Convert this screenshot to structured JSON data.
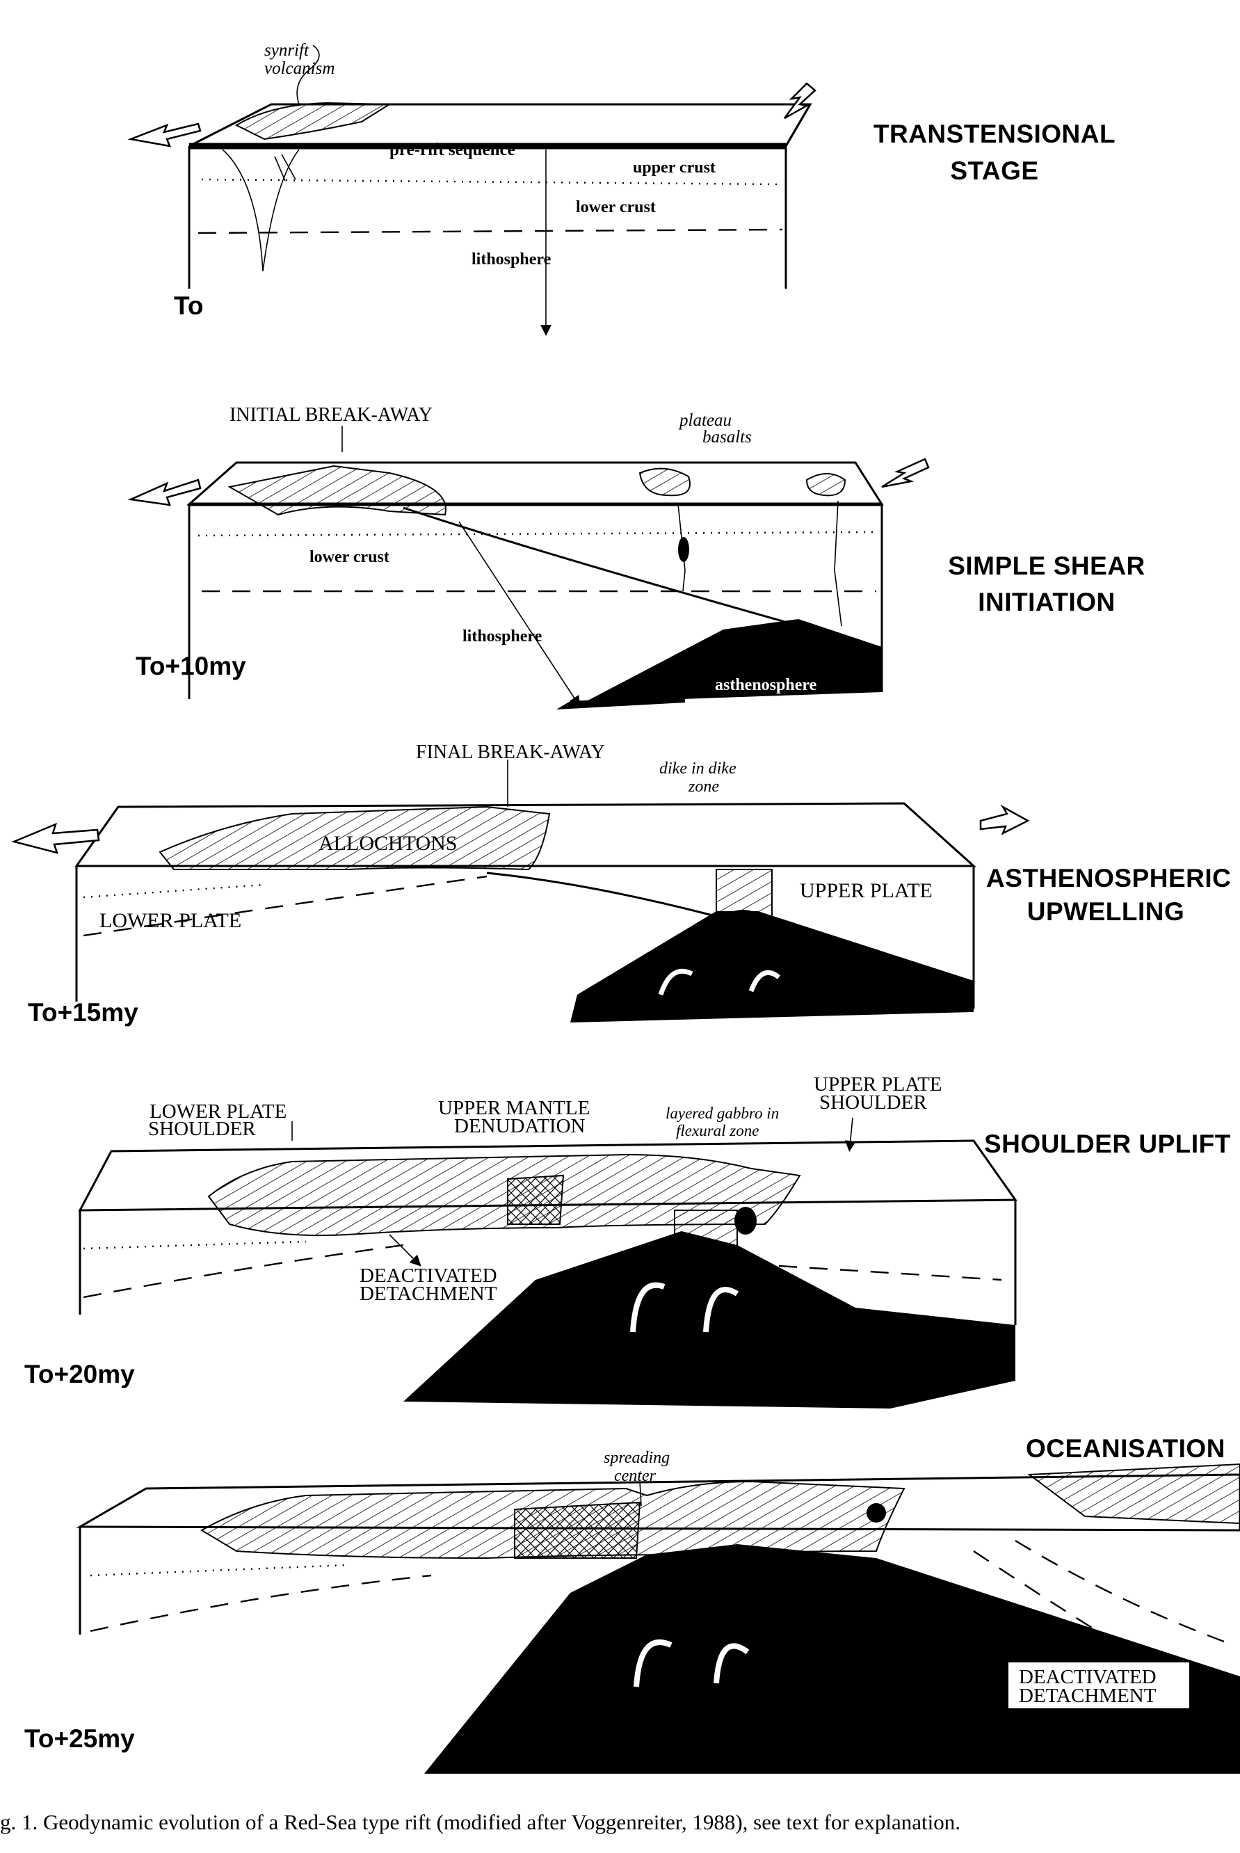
{
  "stages": [
    {
      "title_lines": [
        "TRANSTENSIONAL",
        "STAGE"
      ],
      "time": "To",
      "labels": {
        "volcanism_1": "synrift",
        "volcanism_2": "volcanism",
        "prerift": "pre-rift sequence",
        "upper_crust": "upper crust",
        "lower_crust": "lower crust",
        "lithosphere": "lithosphere"
      }
    },
    {
      "title_lines": [
        "SIMPLE SHEAR",
        "INITIATION"
      ],
      "time": "To+10my",
      "labels": {
        "breakaway": "INITIAL BREAK-AWAY",
        "plateau_1": "plateau",
        "plateau_2": "basalts",
        "lower_crust": "lower crust",
        "lithosphere": "lithosphere",
        "asthenosphere": "asthenosphere"
      }
    },
    {
      "title_lines": [
        "ASTHENOSPHERIC",
        "UPWELLING"
      ],
      "time": "To+15my",
      "labels": {
        "breakaway": "FINAL BREAK-AWAY",
        "dike_1": "dike in dike",
        "dike_2": "zone",
        "allochtons": "ALLOCHTONS",
        "upper_plate": "UPPER PLATE",
        "lower_plate": "LOWER PLATE"
      }
    },
    {
      "title_lines": [
        "SHOULDER UPLIFT"
      ],
      "time": "To+20my",
      "labels": {
        "lps_1": "LOWER PLATE",
        "lps_2": "SHOULDER",
        "umd_1": "UPPER MANTLE",
        "umd_2": "DENUDATION",
        "gabbro_1": "layered gabbro in",
        "gabbro_2": "flexural zone",
        "ups_1": "UPPER PLATE",
        "ups_2": "SHOULDER",
        "deact_1": "DEACTIVATED",
        "deact_2": "DETACHMENT"
      }
    },
    {
      "title_lines": [
        "OCEANISATION"
      ],
      "time": "To+25my",
      "labels": {
        "spreading_1": "spreading",
        "spreading_2": "center",
        "deact_1": "DEACTIVATED",
        "deact_2": "DETACHMENT"
      }
    }
  ],
  "caption": "g. 1. Geodynamic evolution of a Red-Sea type rift (modified after Voggenreiter, 1988), see text for explanation."
}
